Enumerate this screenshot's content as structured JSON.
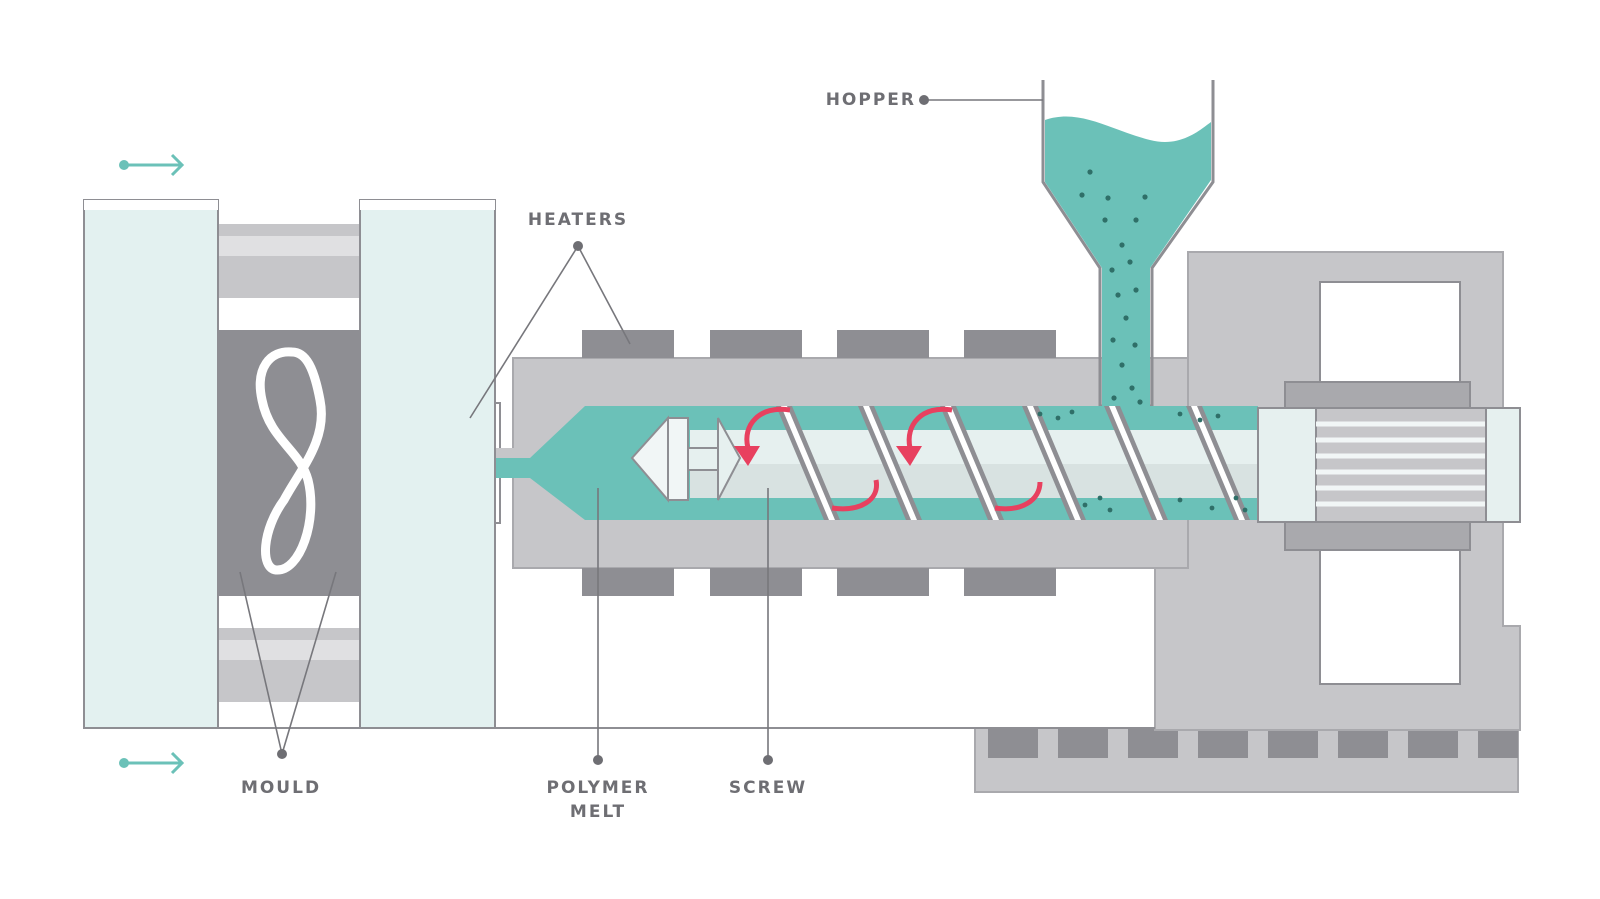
{
  "labels": {
    "hopper": "HOPPER",
    "heaters": "HEATERS",
    "mould": "MOULD",
    "polymer_melt_line1": "POLYMER",
    "polymer_melt_line2": "MELT",
    "screw": "SCREW"
  },
  "colors": {
    "teal": "#6bc1b8",
    "teal_dark": "#4aa89d",
    "frame_light": "#e3f1f0",
    "gray_body": "#c6c6c9",
    "gray_dark": "#8e8e93",
    "gray_mid": "#a9a9ad",
    "arrow_red": "#e8405f",
    "text_gray": "#6e6e73",
    "line_gray": "#77777c"
  },
  "icons": {
    "motion_arrow": "right-arrow-icon",
    "rotation_arrow": "curved-arrow-icon"
  }
}
